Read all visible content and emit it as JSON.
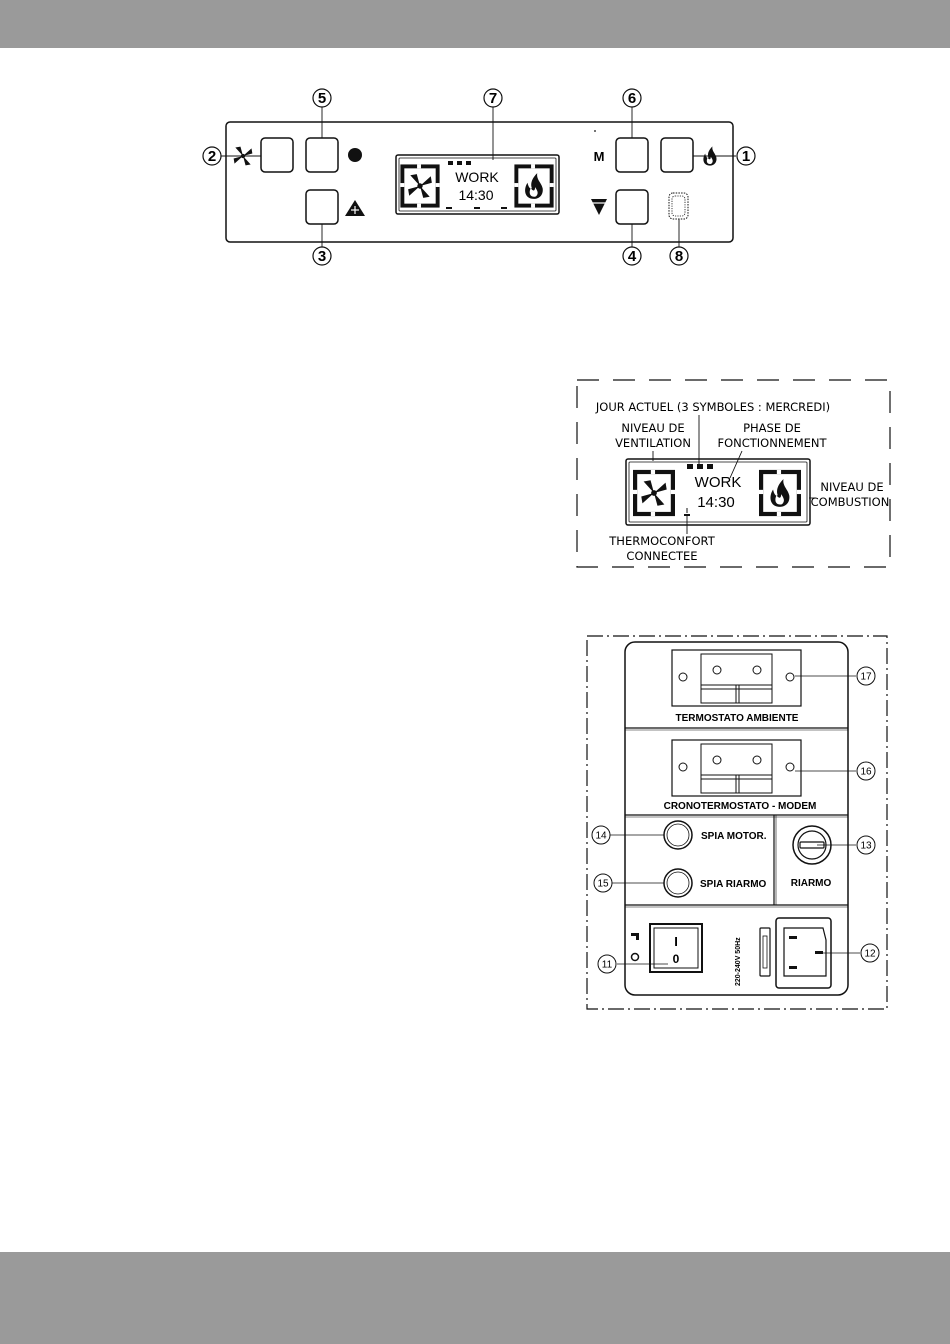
{
  "control_panel": {
    "callouts": {
      "c1": "1",
      "c2": "2",
      "c3": "3",
      "c4": "4",
      "c5": "5",
      "c6": "6",
      "c7": "7",
      "c8": "8"
    },
    "m_button_label": "M",
    "display": {
      "mode": "WORK",
      "time": "14:30"
    }
  },
  "display_legend": {
    "jour_actuel": "JOUR ACTUEL (3 SYMBOLES : MERCREDI)",
    "niveau_ventilation_1": "NIVEAU DE",
    "niveau_ventilation_2": "VENTILATION",
    "phase_1": "PHASE DE",
    "phase_2": "FONCTIONNEMENT",
    "niveau_combustion_1": "NIVEAU DE",
    "niveau_combustion_2": "COMBUSTION",
    "thermo_1": "THERMOCONFORT",
    "thermo_2": "CONNECTEE",
    "display": {
      "mode": "WORK",
      "time": "14:30"
    }
  },
  "rear_panel": {
    "termostato_label": "TERMOSTATO AMBIENTE",
    "crono_label": "CRONOTERMOSTATO - MODEM",
    "spia_motor_label": "SPIA MOTOR.",
    "spia_riarmo_label": "SPIA RIARMO",
    "riarmo_label": "RIARMO",
    "voltage_label": "220-240V 50Hz",
    "switch_on": "I",
    "switch_off": "0",
    "callouts": {
      "c11": "11",
      "c12": "12",
      "c13": "13",
      "c14": "14",
      "c15": "15",
      "c16": "16",
      "c17": "17"
    }
  }
}
